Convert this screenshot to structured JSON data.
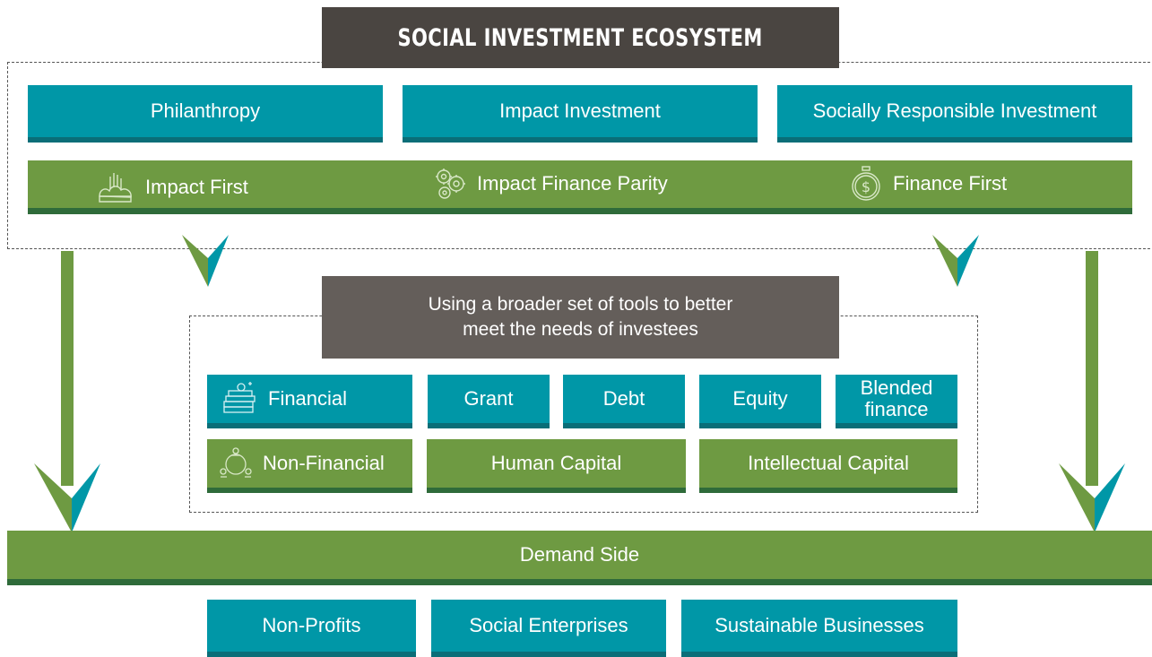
{
  "title": "SOCIAL INVESTMENT ECOSYSTEM",
  "supply_types": [
    "Philanthropy",
    "Impact Investment",
    "Socially Responsible Investment"
  ],
  "approaches": [
    {
      "label": "Impact First",
      "icon": "hand-heart-icon"
    },
    {
      "label": "Impact Finance Parity",
      "icon": "gears-dollar-icon"
    },
    {
      "label": "Finance First",
      "icon": "stopwatch-dollar-icon"
    }
  ],
  "tools_heading_line1": "Using a broader set of tools to better",
  "tools_heading_line2": "meet the needs of investees",
  "financial": {
    "label": "Financial",
    "icon": "money-stack-icon",
    "items": [
      "Grant",
      "Debt",
      "Equity"
    ],
    "blended_line1": "Blended",
    "blended_line2": "finance"
  },
  "non_financial": {
    "label": "Non-Financial",
    "icon": "people-circle-icon",
    "items": [
      "Human Capital",
      "Intellectual Capital"
    ]
  },
  "demand_side": "Demand Side",
  "demand_types": [
    "Non-Profits",
    "Social Enterprises",
    "Sustainable Businesses"
  ],
  "colors": {
    "teal": "#0097a7",
    "teal_dark": "#0a6e78",
    "green": "#6e9a42",
    "green_dark": "#2f6b3a",
    "gray_dark": "#4a4541",
    "gray": "#645e5a"
  }
}
